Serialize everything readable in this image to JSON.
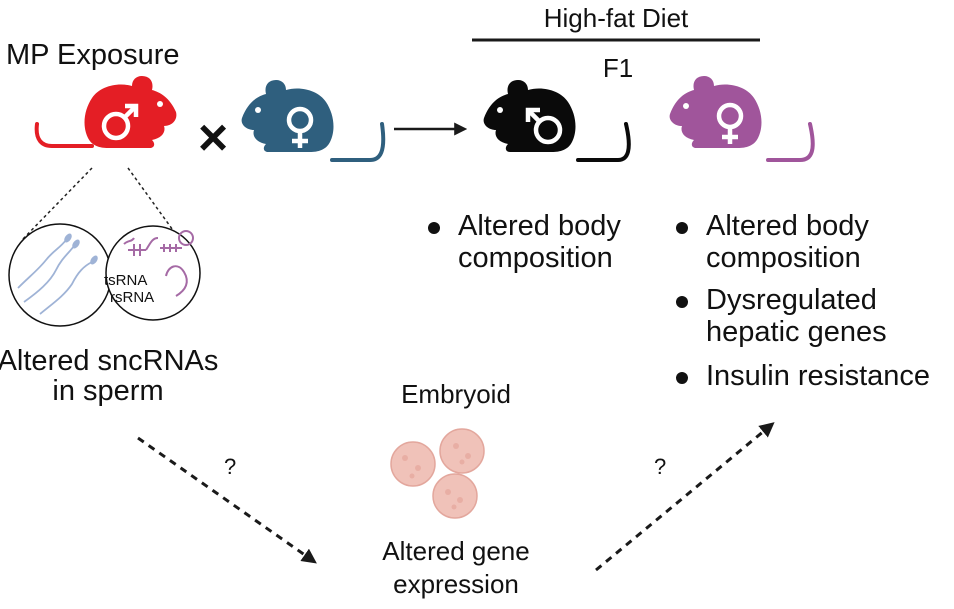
{
  "labels": {
    "mp_exposure": "MP Exposure",
    "diet": "High-fat Diet",
    "generation": "F1",
    "sncrna_line1": "Altered sncRNAs",
    "sncrna_line2": "in sperm",
    "tsrna": "tsRNA",
    "rsrna": "rsRNA",
    "embryoid": "Embryoid",
    "gene_line1": "Altered gene",
    "gene_line2": "expression",
    "question_left": "?",
    "question_right": "?",
    "cross": "×"
  },
  "male_outcomes": [
    [
      "Altered body",
      "composition"
    ]
  ],
  "female_outcomes": [
    [
      "Altered body",
      "composition"
    ],
    [
      "Dysregulated",
      "hepatic genes"
    ],
    [
      "Insulin resistance"
    ]
  ],
  "colors": {
    "exposed_male": "#e41e25",
    "female_parent": "#2f5f7e",
    "offspring_male": "#0a0a0a",
    "offspring_female": "#a0559b",
    "embryoid": "#f0c2b9",
    "rna": "#a56aa5",
    "sperm": "#9fb3d6"
  },
  "icons": {
    "parent_male": "mouse-male-icon",
    "parent_female": "mouse-female-icon",
    "offspring_male": "mouse-male-icon",
    "offspring_female": "mouse-female-icon"
  }
}
